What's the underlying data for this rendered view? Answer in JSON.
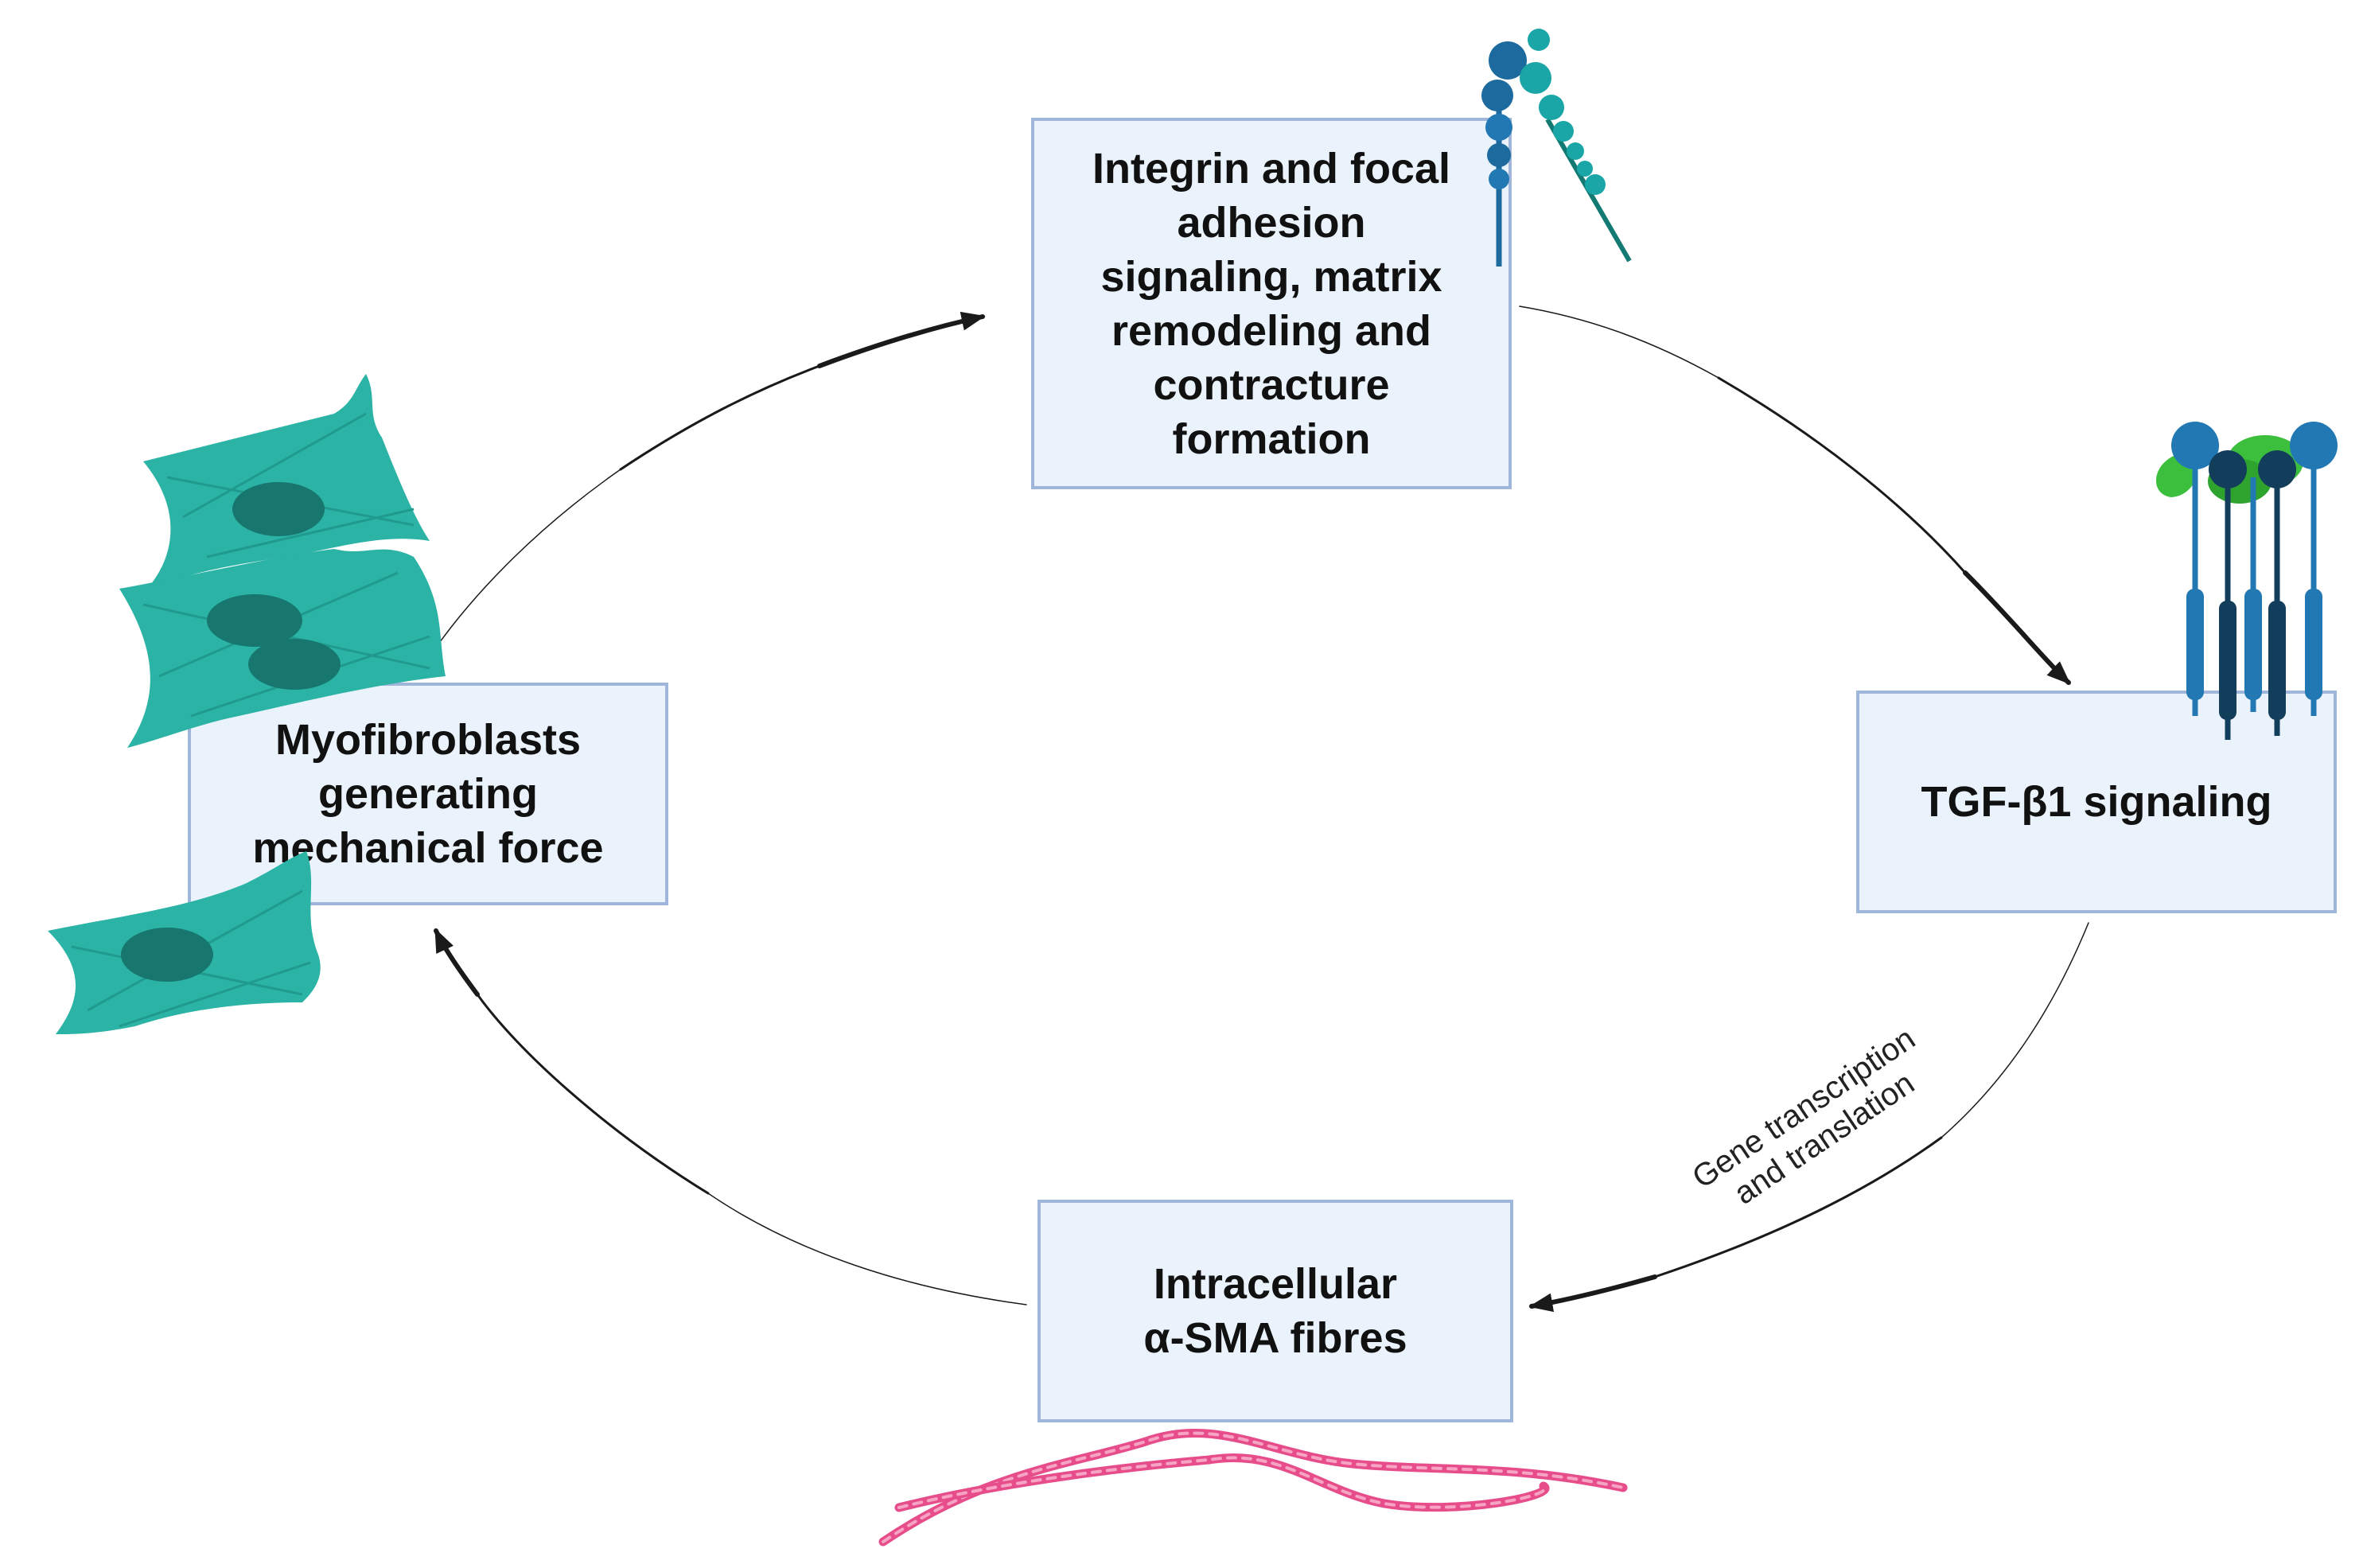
{
  "nodes": {
    "integrin": "Integrin and focal\nadhesion\nsignaling, matrix\nremodeling and\ncontracture\nformation",
    "tgf": "TGF-β1 signaling",
    "asma": "Intracellular\nα-SMA fibres",
    "myofibroblasts": "Myofibroblasts\ngenerating\nmechanical force"
  },
  "edge_label": "Gene transcription\nand translation",
  "colors": {
    "box_fill": "#eaf2fb",
    "box_border": "#9fb5d9",
    "arrow": "#1a1a1a",
    "cell_teal": "#2bb3a5",
    "cell_nucleus": "#17766d",
    "integrin_dark": "#1c6a9e",
    "integrin_light": "#1aa6a6",
    "receptor_blue": "#2178b3",
    "receptor_navy": "#123e5c",
    "ligand_green": "#3cbf3c",
    "fibre_pink": "#e64d8a"
  },
  "icons": [
    "integrin-icon",
    "tgf-beta-receptor-icon",
    "alpha-sma-fibre-icon",
    "myofibroblast-cell-icon"
  ]
}
